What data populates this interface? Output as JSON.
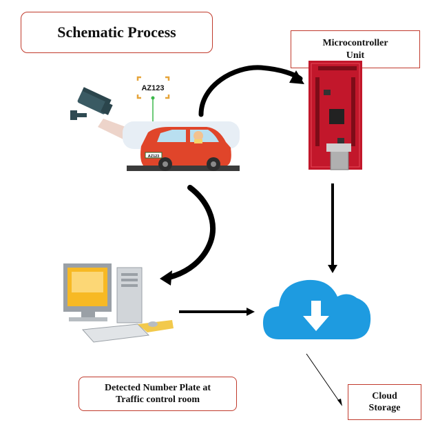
{
  "title": "Schematic Process",
  "labels": {
    "mcu": "Microcontroller\nUnit",
    "traffic_room": "Detected Number Plate at\nTraffic control room",
    "cloud_storage": "Cloud\nStorage"
  },
  "plate": {
    "tag_text": "AZ123",
    "plate_text": "AZ123"
  },
  "icons": [
    "cctv-camera-icon",
    "car-icon",
    "microcontroller-board-icon",
    "computer-icon",
    "cloud-download-icon"
  ],
  "colors": {
    "border_red": "#c0392b",
    "cloud_blue": "#1e9be0",
    "car_red": "#e0452a",
    "board_red": "#c2172b"
  }
}
